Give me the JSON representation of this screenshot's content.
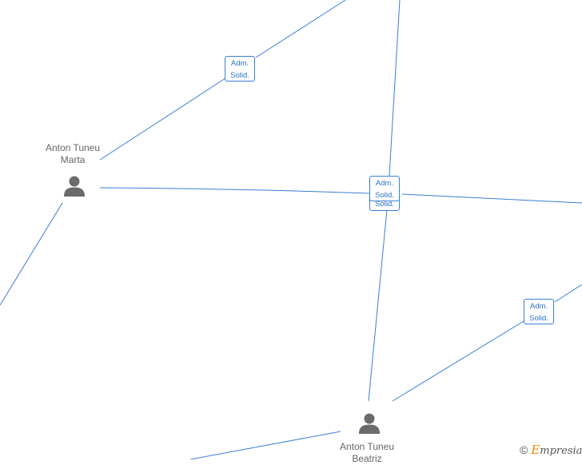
{
  "nodes": {
    "marta": {
      "line1": "Anton Tuneu",
      "line2": "Marta"
    },
    "beatriz": {
      "line1": "Anton Tuneu",
      "line2": "Beatriz"
    }
  },
  "relations": {
    "top": {
      "line1": "Adm.",
      "line2": "Solid."
    },
    "center": {
      "line1": "Adm.",
      "line2": "Solid.",
      "line3": "Solid."
    },
    "right": {
      "line1": "Adm.",
      "line2": "Solid."
    }
  },
  "footer": {
    "copyright_symbol": "©",
    "brand_initial": "E",
    "brand_rest": "mpresia"
  },
  "colors": {
    "edge": "#3a7fd5",
    "icon": "#6b6b6b",
    "label": "#666666",
    "brand_accent": "#f08a00"
  }
}
